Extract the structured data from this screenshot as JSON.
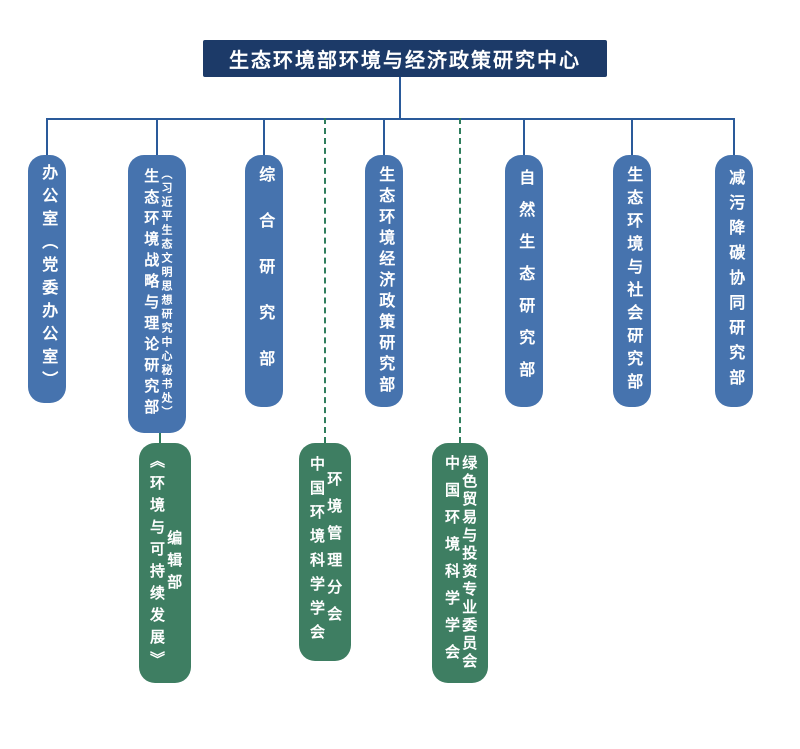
{
  "colors": {
    "header_bg": "#1c3a68",
    "box_blue": "#4673ae",
    "box_green": "#3e7e62",
    "line_blue": "#2a5a9a",
    "line_green": "#2e7d5c"
  },
  "header": {
    "title": "生态环境部环境与经济政策研究中心"
  },
  "departments": [
    {
      "label": "办公室（党委办公室）"
    },
    {
      "label": "生态环境战略与理论研究部",
      "sub": "（习近平生态文明思想研究中心秘书处）"
    },
    {
      "label": "综合研究部"
    },
    {
      "label": "生态环境经济政策研究部"
    },
    {
      "label": "自然生态研究部"
    },
    {
      "label": "生态环境与社会研究部"
    },
    {
      "label": "减污降碳协同研究部"
    }
  ],
  "affiliates": [
    {
      "label": "《环境与可持续发展》",
      "sub": "编辑部"
    },
    {
      "label": "中国环境科学学会",
      "sub": "环境管理分会"
    },
    {
      "label": "中国环境科学学会",
      "sub": "绿色贸易与投资专业委员会"
    }
  ]
}
